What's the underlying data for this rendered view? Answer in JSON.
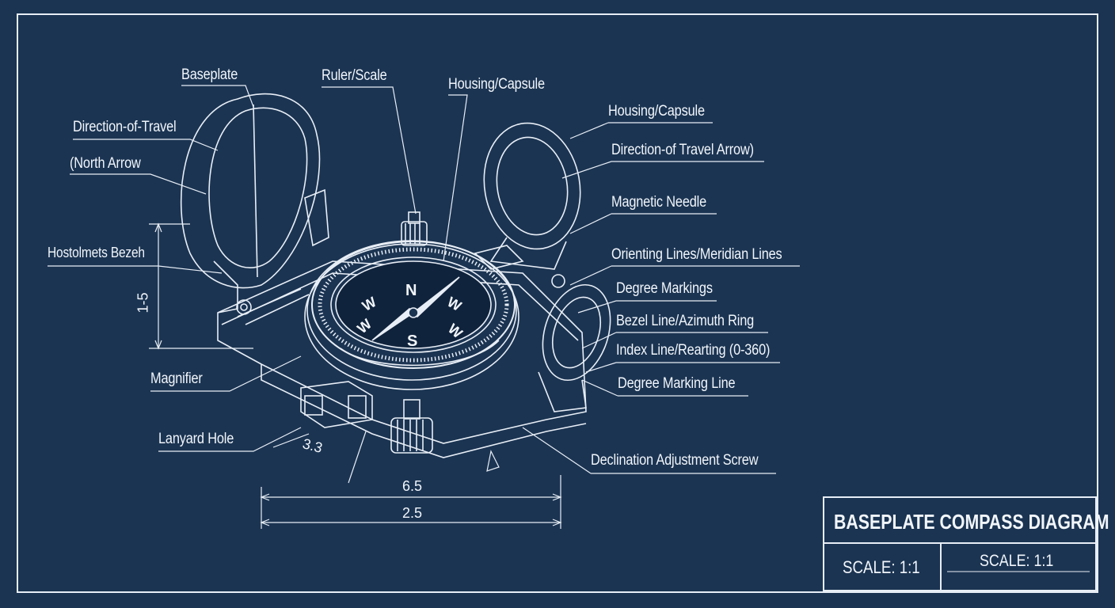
{
  "title_block": {
    "title": "BASEPLATE COMPASS DIAGRAM",
    "scale_left": "SCALE: 1:1",
    "scale_right": "SCALE: 1:1"
  },
  "labels": {
    "baseplate": "Baseplate",
    "ruler_scale": "Ruler/Scale",
    "housing_capsule_top": "Housing/Capsule",
    "housing_capsule_right": "Housing/Capsule",
    "direction_of_travel": "Direction-of-Travel",
    "direction_of_travel_arrow": "Direction-of Travel Arrow)",
    "north_arrow": "(North Arrow",
    "magnetic_needle": "Magnetic Needle",
    "bezel_left": "Hostolmets Bezeh",
    "orienting_lines": "Orienting Lines/Meridian Lines",
    "degree_markings": "Degree Markings",
    "bezel_line": "Bezel Line/Azimuth Ring",
    "index_line": "Index Line/Rearting (0-360)",
    "degree_marking_line": "Degree Marking Line",
    "magnifier": "Magnifier",
    "lanyard_hole": "Lanyard Hole",
    "declination_screw": "Declination Adjustment Screw"
  },
  "dimensions": {
    "height": "1-5",
    "lanyard": "3.3",
    "width_top": "6.5",
    "width_bottom": "2.5"
  },
  "dial": {
    "n": "N",
    "s": "S",
    "w1": "W",
    "w2": "W",
    "w3": "W",
    "w4": "W"
  },
  "colors": {
    "background": "#1b3452",
    "line": "#e8eef6"
  }
}
